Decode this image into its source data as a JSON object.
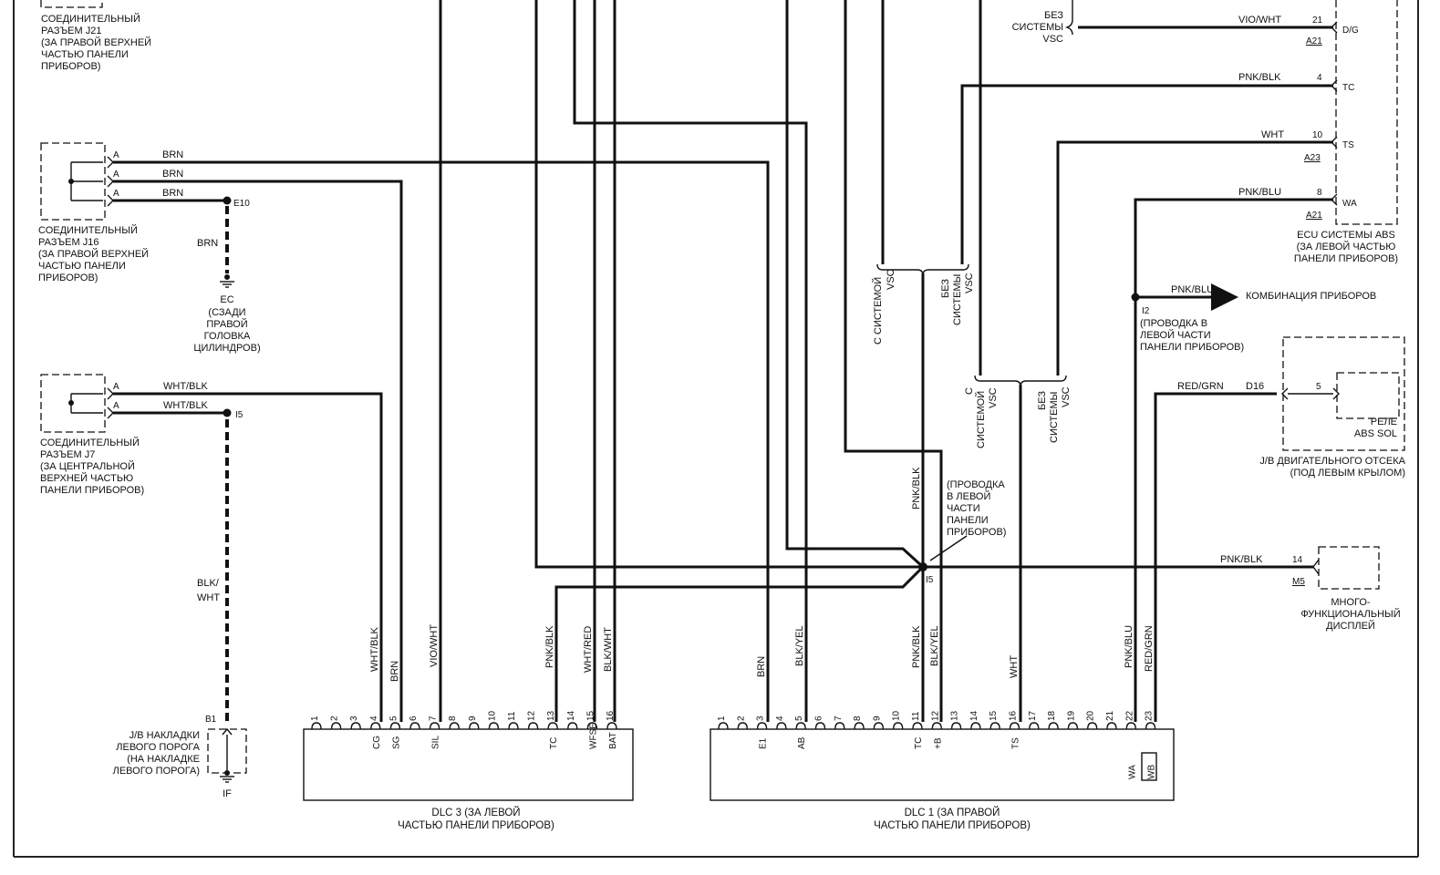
{
  "connectors": {
    "j21": [
      "СОЕДИНИТЕЛЬНЫЙ",
      "РАЗЪЕМ J21",
      "(ЗА ПРАВОЙ ВЕРХНЕЙ",
      "ЧАСТЬЮ ПАНЕЛИ",
      "ПРИБОРОВ)"
    ],
    "j16": [
      "СОЕДИНИТЕЛЬНЫЙ",
      "РАЗЪЕМ J16",
      "(ЗА ПРАВОЙ ВЕРХНЕЙ",
      "ЧАСТЬЮ ПАНЕЛИ",
      "ПРИБОРОВ)"
    ],
    "j7": [
      "СОЕДИНИТЕЛЬНЫЙ",
      "РАЗЪЕМ J7",
      "(ЗА ЦЕНТРАЛЬНОЙ",
      "ВЕРХНЕЙ ЧАСТЬЮ",
      "ПАНЕЛИ ПРИБОРОВ)"
    ],
    "pin_a": "A"
  },
  "ground_ec": {
    "name": "EC",
    "desc": [
      "(СЗАДИ",
      "ПРАВОЙ",
      "ГОЛОВКА",
      "ЦИЛИНДРОВ)"
    ]
  },
  "e10": "E10",
  "i5_left": "I5",
  "wires_left": {
    "brn1": "BRN",
    "brn2": "BRN",
    "brn3": "BRN",
    "brn_ground": "BRN",
    "whtblk": "WHT/BLK",
    "whtblk2": "WHT/BLK",
    "blkwht_a": "BLK/",
    "blkwht_b": "WHT"
  },
  "jb_sill": {
    "pin": "B1",
    "ground": "IF",
    "text": [
      "J/B НАКЛАДКИ",
      "ЛЕВОГО ПОРОГА",
      "(НА НАКЛАДКЕ",
      "ЛЕВОГО ПОРОГА)"
    ]
  },
  "vertical_labels": {
    "whtblk": "WHT/BLK",
    "brn_a": "BRN",
    "viowht": "VIO/WHT",
    "pnkblk_a": "PNK/BLK",
    "whtred": "WHT/RED",
    "blkwht": "BLK/WHT",
    "brn_b": "BRN",
    "blkyel_a": "BLK/YEL",
    "pnkblk_b": "PNK/BLK",
    "blkyel_b": "BLK/YEL",
    "pnkblk_c": "PNK/BLK",
    "wht": "WHT",
    "pnkblu": "PNK/BLU",
    "redgrn": "RED/GRN"
  },
  "vsc_options": {
    "with_vsc_a": [
      "С СИСТЕМОЙ",
      "VSC"
    ],
    "without_vsc_a": [
      "БЕЗ",
      "СИСТЕМЫ",
      "VSC"
    ],
    "with_vsc_b": [
      "С",
      "СИСТЕМОЙ",
      "VSC"
    ],
    "without_vsc_b": [
      "БЕЗ",
      "СИСТЕМЫ",
      "VSC"
    ],
    "without_vsc_top": [
      "БЕЗ",
      "СИСТЕМЫ",
      "VSC"
    ]
  },
  "splice_i5": {
    "name": "I5",
    "desc": [
      "(ПРОВОДКА",
      "В ЛЕВОЙ",
      "ЧАСТИ",
      "ПАНЕЛИ",
      "ПРИБОРОВ)"
    ]
  },
  "abs_ecu": {
    "title": [
      "ECU СИСТЕМЫ ABS",
      "(ЗА ЛЕВОЙ ЧАСТЬЮ",
      "ПАНЕЛИ ПРИБОРОВ)"
    ],
    "pins": [
      {
        "wire": "VIO/WHT",
        "num": "21",
        "term": "D/G",
        "conn": "A21"
      },
      {
        "wire": "PNK/BLK",
        "num": "4",
        "term": "TC",
        "conn": ""
      },
      {
        "wire": "WHT",
        "num": "10",
        "term": "TS",
        "conn": "A23"
      },
      {
        "wire": "PNK/BLU",
        "num": "8",
        "term": "WA",
        "conn": "A21"
      }
    ]
  },
  "splice_i2": {
    "name": "I2",
    "desc": [
      "(ПРОВОДКА В",
      "ЛЕВОЙ ЧАСТИ",
      "ПАНЕЛИ ПРИБОРОВ)"
    ],
    "wire": "PNK/BLU",
    "target": "КОМБИНАЦИЯ ПРИБОРОВ"
  },
  "abs_relay": {
    "wire": "RED/GRN",
    "conn": "D16",
    "pin": "5",
    "name": [
      "РЕЛЕ",
      "ABS SOL"
    ],
    "jb": [
      "J/B ДВИГАТЕЛЬНОГО ОТСЕКА",
      "(ПОД ЛЕВЫМ КРЫЛОМ)"
    ]
  },
  "mfd": {
    "wire": "PNK/BLK",
    "pin": "14",
    "conn": "M5",
    "name": [
      "МНОГО-",
      "ФУНКЦИОНАЛЬНЫЙ",
      "ДИСПЛЕЙ"
    ]
  },
  "dlc3": {
    "title": [
      "DLC 3 (ЗА ЛЕВОЙ",
      "ЧАСТЬЮ ПАНЕЛИ ПРИБОРОВ)"
    ],
    "pins": [
      "1",
      "2",
      "3",
      "4",
      "5",
      "6",
      "7",
      "8",
      "9",
      "10",
      "11",
      "12",
      "13",
      "14",
      "15",
      "16"
    ],
    "terms": [
      {
        "pin": 4,
        "t": "CG"
      },
      {
        "pin": 5,
        "t": "SG"
      },
      {
        "pin": 7,
        "t": "SIL"
      },
      {
        "pin": 13,
        "t": "TC"
      },
      {
        "pin": 15,
        "t": "WFSE"
      },
      {
        "pin": 16,
        "t": "BAT"
      }
    ]
  },
  "dlc1": {
    "title": [
      "DLC 1 (ЗА ПРАВОЙ",
      "ЧАСТЬЮ ПАНЕЛИ ПРИБОРОВ)"
    ],
    "pins": [
      "1",
      "2",
      "3",
      "4",
      "5",
      "6",
      "7",
      "8",
      "9",
      "10",
      "11",
      "12",
      "13",
      "14",
      "15",
      "16",
      "17",
      "18",
      "19",
      "20",
      "21",
      "22",
      "23"
    ],
    "terms": [
      {
        "pin": 3,
        "t": "E1"
      },
      {
        "pin": 5,
        "t": "AB"
      },
      {
        "pin": 11,
        "t": "TC"
      },
      {
        "pin": 12,
        "t": "+B"
      },
      {
        "pin": 16,
        "t": "TS"
      },
      {
        "pin": 22,
        "t": "WA"
      },
      {
        "pin": 23,
        "t": "WB"
      }
    ]
  }
}
